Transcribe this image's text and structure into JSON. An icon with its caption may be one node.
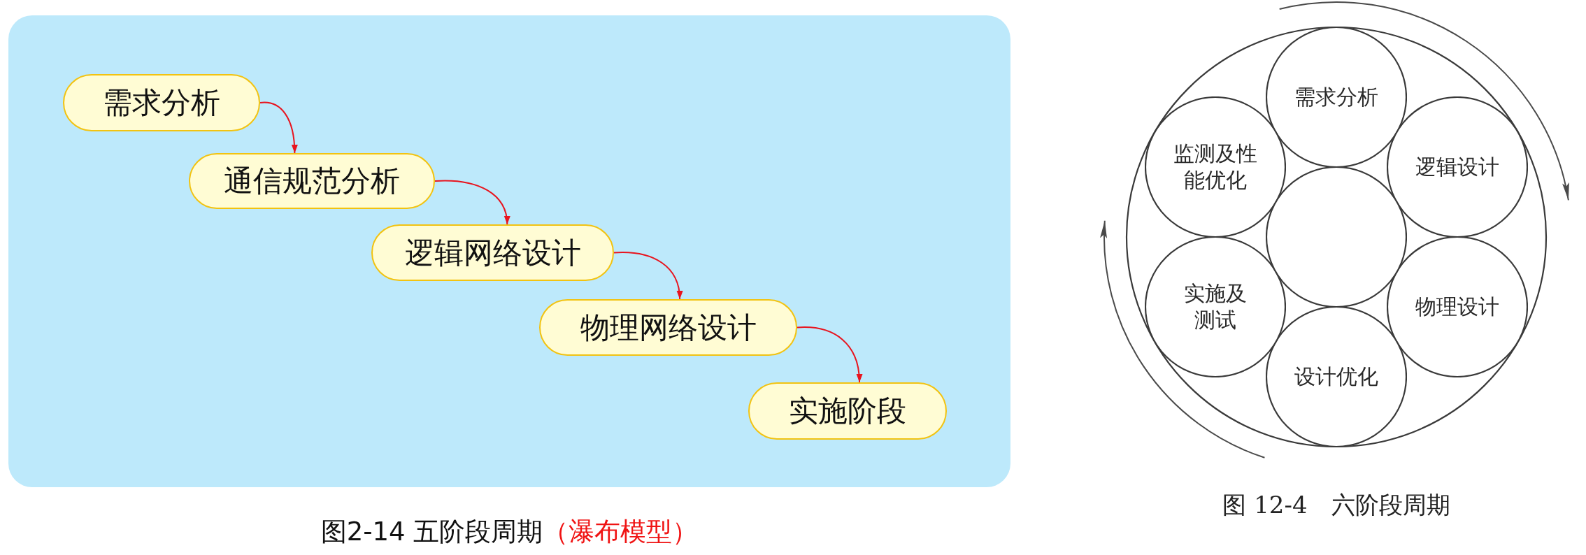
{
  "diagram": {
    "nodes": [
      {
        "text": [
          "图2-14 五阶段周期",
          "（瀑布模型）"
        ]
      },
      {
        "text": [
          "需求分析"
        ],
        "in": 0
      },
      {
        "text": [
          "通信规范分析"
        ],
        "in": 0
      },
      {
        "text": [
          "逻辑网络设计"
        ],
        "in": 0
      },
      {
        "text": [
          "物理网络设计"
        ],
        "in": 0
      },
      {
        "text": [
          "实施阶段"
        ],
        "in": 0
      },
      {
        "text": [
          "图 12-4　六阶段周期"
        ]
      },
      {
        "text": [
          "需求分析"
        ],
        "in": 6
      },
      {
        "text": [
          "逻辑设计"
        ],
        "in": 6
      },
      {
        "text": [
          "物理设计"
        ],
        "in": 6
      },
      {
        "text": [
          "设计优化"
        ],
        "in": 6
      },
      {
        "text": [
          "实施及测试"
        ],
        "in": 6
      },
      {
        "text": [
          "监测及性能优化"
        ],
        "in": 6
      },
      {
        "text": [],
        "shape": "circle",
        "in": 6
      }
    ],
    "edges": [
      {
        "from": 1,
        "to": 2,
        "arrow": "to"
      },
      {
        "from": 2,
        "to": 3,
        "arrow": "to"
      },
      {
        "from": 3,
        "to": 4,
        "arrow": "to"
      },
      {
        "from": 4,
        "to": 5,
        "arrow": "to"
      }
    ]
  }
}
